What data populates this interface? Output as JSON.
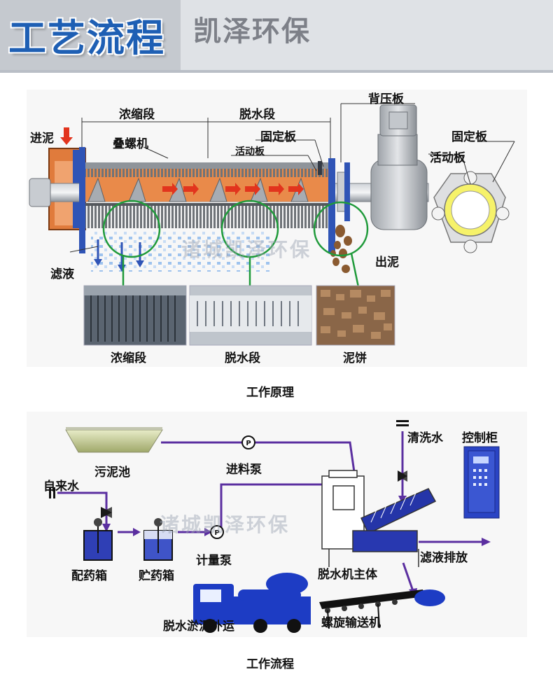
{
  "header": {
    "title": "工艺流程",
    "brand": "凯泽环保"
  },
  "diagram1": {
    "labels": {
      "inlet": "进泥",
      "thickening_zone": "浓缩段",
      "dewatering_zone": "脱水段",
      "stacked_screw": "叠螺机",
      "fixed_plate": "固定板",
      "moving_plate": "活动板",
      "back_pressure_plate": "背压板",
      "ring_fixed_plate": "固定板",
      "ring_moving_plate": "活动板",
      "filtrate": "滤液",
      "sludge_out": "出泥"
    },
    "photos": [
      {
        "caption": "浓缩段"
      },
      {
        "caption": "脱水段"
      },
      {
        "caption": "泥饼"
      }
    ],
    "watermark": "诸城凯泽环保",
    "caption": "工作原理"
  },
  "diagram2": {
    "labels": {
      "sludge_tank": "污泥池",
      "feed_pump": "进料泵",
      "tap_water": "自来水",
      "dosing_tank": "配药箱",
      "storage_tank": "贮药箱",
      "metering_pump": "计量泵",
      "wash_water": "清洗水",
      "control_cabinet": "控制柜",
      "main_body": "脱水机主体",
      "filtrate_discharge": "滤液排放",
      "sludge_transport": "脱水淤泥外运",
      "screw_conveyor": "螺旋输送机"
    },
    "watermark": "诸城凯泽环保",
    "caption": "工作流程"
  },
  "colors": {
    "title_blue": "#1e5fb4",
    "pipe_purple": "#5b2fa0",
    "equipment_blue": "#1f3fae",
    "ring_yellow": "#f6f26a",
    "arrow_red": "#e2341d"
  }
}
